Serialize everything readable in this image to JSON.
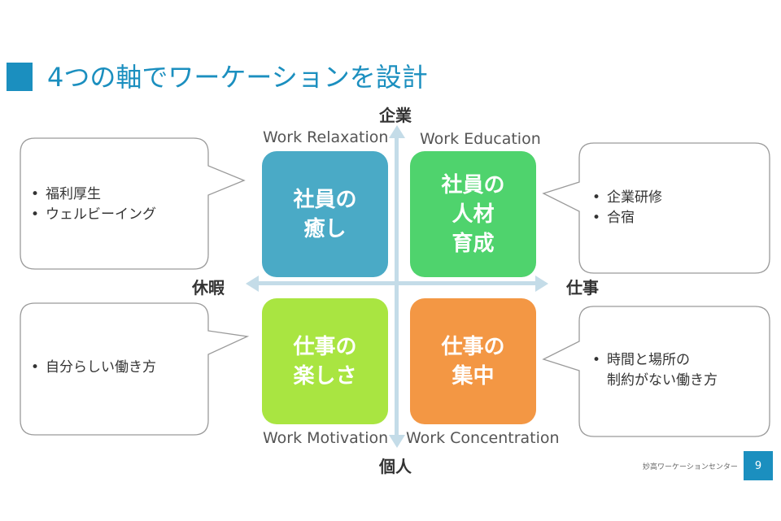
{
  "slide": {
    "title": "4つの軸でワーケーションを設計",
    "footer": "妙高ワーケーションセンター",
    "page_number": "9"
  },
  "axes": {
    "top": "企業",
    "bottom": "個人",
    "left": "休暇",
    "right": "仕事"
  },
  "work_labels": {
    "top_left": "Work Relaxation",
    "top_right": "Work Education",
    "bottom_left": "Work Motivation",
    "bottom_right": "Work Concentration"
  },
  "quadrants": {
    "top_left": {
      "lines": [
        "社員の",
        "癒し"
      ],
      "color": "#4aaac6"
    },
    "top_right": {
      "lines": [
        "社員の",
        "人材",
        "育成"
      ],
      "color": "#4fd36d"
    },
    "bottom_left": {
      "lines": [
        "仕事の",
        "楽しさ"
      ],
      "color": "#a9e541"
    },
    "bottom_right": {
      "lines": [
        "仕事の",
        "集中"
      ],
      "color": "#f39744"
    }
  },
  "bubbles": {
    "top_left": [
      "福利厚生",
      "ウェルビーイング"
    ],
    "top_right": [
      "企業研修",
      "合宿"
    ],
    "bottom_left": [
      "自分らしい働き方"
    ],
    "bottom_right": {
      "line1": "時間と場所の",
      "line2": "制約がない働き方"
    }
  },
  "colors": {
    "accent": "#1b8fbf",
    "axis": "#c4dce8"
  }
}
